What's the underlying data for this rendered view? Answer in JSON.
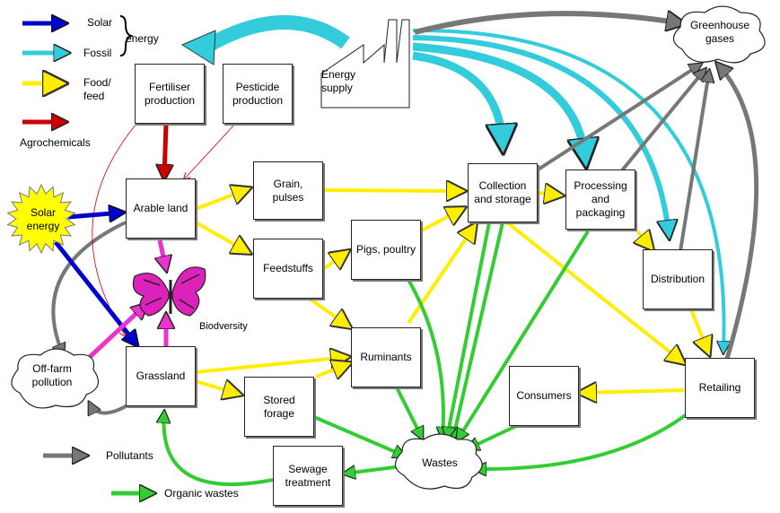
{
  "legend": {
    "solar": "Solar",
    "energy": "energy",
    "fossil": "Fossil",
    "food_feed": "Food/\nfeed",
    "agrochemicals": "Agrochemicals",
    "pollutants": "Pollutants",
    "organic_wastes": "Organic wastes"
  },
  "nodes": {
    "fertiliser": "Fertiliser\nproduction",
    "pesticide": "Pesticide\nproduction",
    "energy_supply": "Energy\nsupply",
    "greenhouse": "Greenhouse\ngases",
    "solar_energy": "Solar\nenergy",
    "arable": "Arable land",
    "grain": "Grain,\npulses",
    "feedstuffs": "Feedstuffs",
    "pigs": "Pigs, poultry",
    "collection": "Collection\nand storage",
    "processing": "Processing\nand\npackaging",
    "distribution": "Distribution",
    "biodiversity": "Biodversity",
    "offfarm": "Off-farm\npollution",
    "grassland": "Grassland",
    "ruminants": "Ruminants",
    "stored_forage": "Stored\nforage",
    "consumers": "Consumers",
    "retailing": "Retailing",
    "wastes": "Wastes",
    "sewage": "Sewage\ntreatment"
  },
  "colors": {
    "solar": "#0000cc",
    "fossil": "#33ccdd",
    "food": "#ffee00",
    "agro": "#cc0000",
    "pollutant": "#777777",
    "organic": "#33cc33",
    "biodiv": "#ee33cc"
  },
  "icons": [
    "factory-icon",
    "butterfly-icon",
    "sun-icon",
    "cloud-icon"
  ]
}
